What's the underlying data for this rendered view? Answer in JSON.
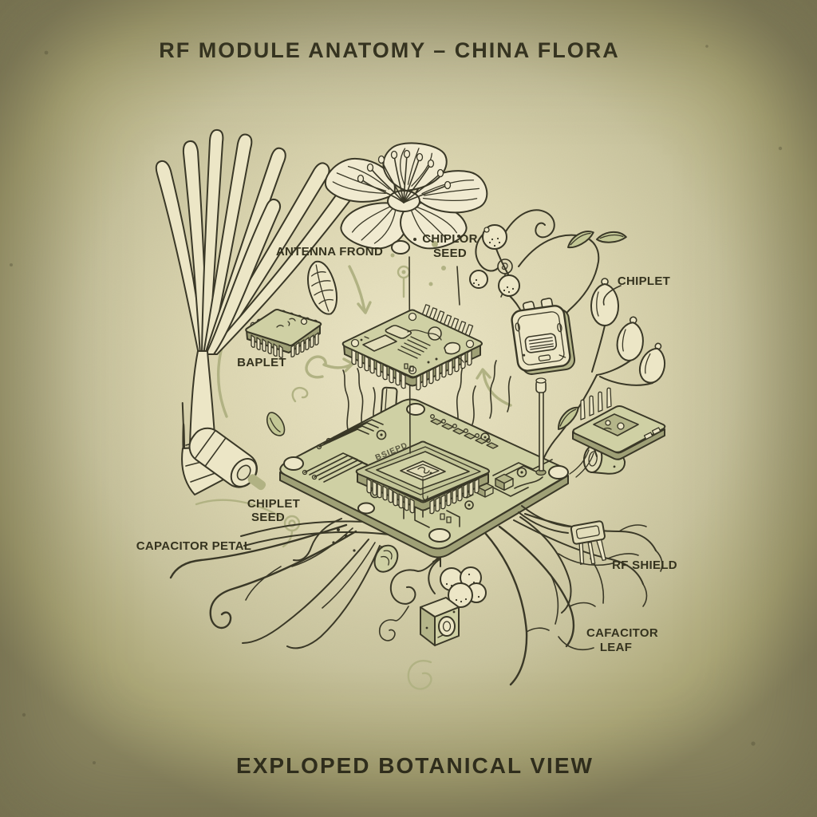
{
  "palette": {
    "ink": "#3a3827",
    "paper": "#ddd7b2",
    "paper-light": "#ece6c6",
    "paper-edge": "#8f8a64",
    "fill-light": "#cfd0a4",
    "fill-mid": "#b4b589",
    "fill-dark": "#9fa076",
    "sage": "#b1b283",
    "leaf": "#c3c795"
  },
  "header": {
    "title": "RF MODULE ANATOMY – CHINA FLORA"
  },
  "footer": {
    "caption": "EXPLOPED BOTANICAL VIEW"
  },
  "labels": {
    "antenna_frond": "ANTENNA FROND",
    "chiplor_seed": [
      "CHIPLOR",
      "SEED"
    ],
    "chiplet": "CHIPLET",
    "baplet": "BAPLET",
    "chiplet_seed": [
      "CHIPLET",
      "SEED"
    ],
    "capacitor_petal": "CAPACITOR PETAL",
    "rf_shield": "RF SHIELD",
    "cafacitor_leaf": [
      "CAFACITOR",
      "LEAF"
    ]
  },
  "pcb": {
    "chip_marking": "BSIEPD"
  }
}
